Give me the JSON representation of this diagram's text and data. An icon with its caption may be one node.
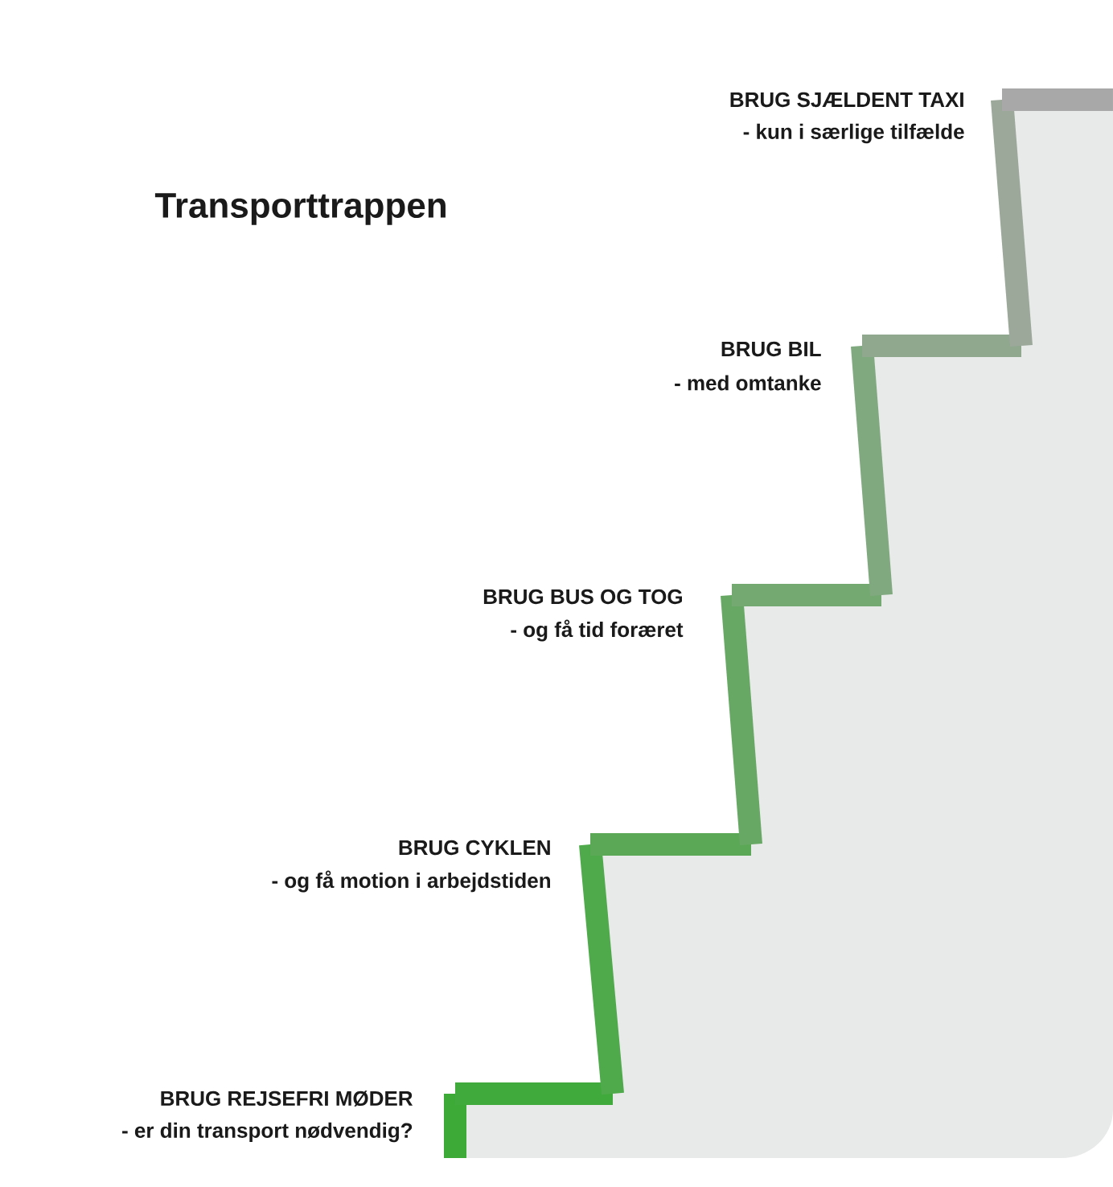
{
  "diagram": {
    "title": "Transporttrappen",
    "labels": [
      "BRUG SJÆLDENT TAXI",
      "- kun i særlige tilfælde",
      "BRUG BIL",
      "- med omtanke",
      "BRUG BUS OG TOG",
      "- og få tid foræret",
      "BRUG CYKLEN",
      "- og få motion i arbejdstiden",
      "BRUG REJSEFRI MØDER",
      "- er din transport nødvendig?"
    ]
  }
}
